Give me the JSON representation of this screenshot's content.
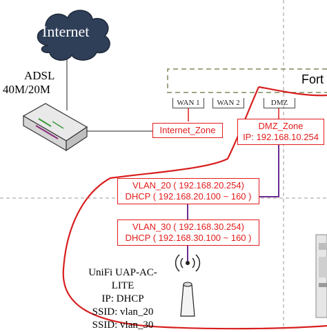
{
  "cloud": {
    "label": "Internet"
  },
  "modem": {
    "label_line1": "ADSL",
    "label_line2": "40M/20M"
  },
  "firewall": {
    "label": "Fort"
  },
  "ports": [
    "WAN 1",
    "WAN 2",
    "DMZ"
  ],
  "zones": {
    "internet_zone": "Internet_Zone",
    "dmz_zone": {
      "line1": "DMZ_Zone",
      "line2": "IP: 192.168.10.254"
    },
    "vlan20": {
      "line1": "VLAN_20 ( 192.168.20.254)",
      "line2": "DHCP ( 192.168.20.100 ~ 160 )"
    },
    "vlan30": {
      "line1": "VLAN_30 ( 192.168.30.254)",
      "line2": "DHCP ( 192.168.30.100 ~ 160 )"
    }
  },
  "access_point": {
    "line1": "UniFi UAP-AC-LITE",
    "line2": "IP: DHCP",
    "line3": "SSID: vlan_20",
    "line4": "SSID: vlan_30"
  },
  "colors": {
    "highlight": "#e31b1b",
    "vlan_link": "#6a2c91",
    "firewall_border": "#7a8a5a",
    "cloud": "#2f3f58"
  }
}
